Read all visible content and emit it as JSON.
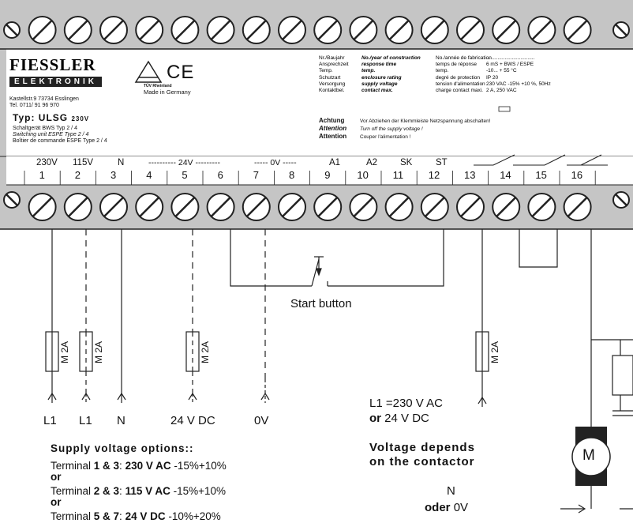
{
  "brand": {
    "name": "FIESSLER",
    "sub": "ELEKTRONIK",
    "address": "Kastellstr.9   73734 Esslingen",
    "tel": "Tel. 0711/ 91 96 970",
    "tuv": "TÜV Rheinland",
    "made": "Made in Germany",
    "ce": "CE"
  },
  "type": {
    "label": "Typ: ULSG",
    "voltage": "230V",
    "lines": [
      "Schaltgerät BWS Typ 2 / 4",
      "Switching unit ESPE Type 2 / 4",
      "Boîtier de commande ESPE Type 2 / 4"
    ]
  },
  "spec": {
    "de": [
      "Nr./Baujahr",
      "Ansprechzeit",
      "Temp.",
      "Schutzart",
      "Versorgung",
      "Kontaktbel."
    ],
    "en": [
      "No./year of construction",
      "response time",
      "temp.",
      "enclosure rating",
      "supply voltage",
      "contact max."
    ],
    "fr": [
      "No./année de fabrication",
      "temps de réponse",
      "temp.",
      "degré de protection",
      "tension d'alimentation",
      "charge contact maxi."
    ],
    "val": [
      "..................................",
      "6 mS + BWS / ESPE",
      "-10... + 55 °C",
      "IP 20",
      "230 VAC -15% +10 %, 50Hz",
      "2 A,  250 VAC"
    ]
  },
  "warning": {
    "heads": [
      "Achtung",
      "Attention",
      "Attention"
    ],
    "texts": [
      "Vor Abziehen der Klemmleiste Netzspannung abschalten!",
      "Turn off the supply voltage !",
      "Couper l'alimentation !"
    ]
  },
  "terminals": {
    "numbers": [
      "1",
      "2",
      "3",
      "4",
      "5",
      "6",
      "7",
      "8",
      "9",
      "10",
      "11",
      "12",
      "13",
      "14",
      "15",
      "16"
    ],
    "labels": {
      "t1": "230V",
      "t2": "115V",
      "t3": "N",
      "v24": "---------- 24V ---------",
      "v0": "----- 0V -----",
      "a1": "A1",
      "a2": "A2",
      "sk": "SK",
      "st": "ST"
    }
  },
  "wiring": {
    "fuse": "M 2A",
    "bottom": [
      "L1",
      "L1",
      "N",
      "24 V DC",
      "0V"
    ],
    "start_button": "Start button",
    "l1_line1": "L1 =230 V AC",
    "l1_or": "or",
    "l1_line2": "24 V DC",
    "contactor1": "Voltage depends",
    "contactor2": "on the contactor",
    "n_label": "N",
    "oder": "oder",
    "oder_val": "0V",
    "motor": "M"
  },
  "supply": {
    "title": "Supply voltage options::",
    "or": "or",
    "opts": [
      {
        "pre": "Terminal ",
        "terms": "1 & 3",
        "sep": ":  ",
        "volt": "230 V AC",
        "tol": " -15%+10%"
      },
      {
        "pre": "Terminal ",
        "terms": "2 & 3",
        "sep": ":  ",
        "volt": "115 V AC",
        "tol": " -15%+10%"
      },
      {
        "pre": "Terminal ",
        "terms": "5 & 7",
        "sep": ":  ",
        "volt": "24 V DC",
        "tol": " -10%+20%"
      }
    ]
  }
}
